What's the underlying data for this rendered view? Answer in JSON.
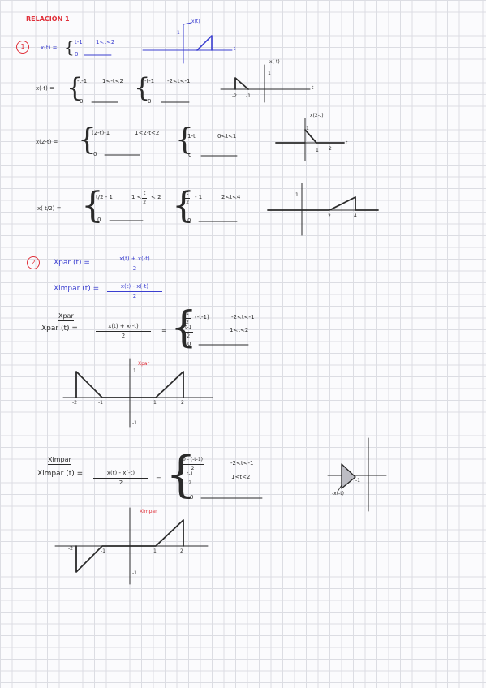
{
  "title": "RELACIÓN 1",
  "ex1": {
    "num": "1",
    "x_def": "x(t) =",
    "x_case1_expr": "t-1",
    "x_case1_cond": "1<t<2",
    "x_case2_expr": "0",
    "g1_label": "x(t)",
    "g1_axis_t": "t",
    "g1_y1": "1",
    "xneg_def": "x(-t) =",
    "xneg_c1_expr": "-t-1",
    "xneg_c1_cond": "1<-t<2",
    "xneg_c2_expr": "0",
    "xneg_c3_expr": "-t-1",
    "xneg_c3_cond": "-2<t<-1",
    "xneg_c4_expr": "0",
    "g2_label": "x(-t)",
    "g2_axis_t": "t",
    "g2_y1": "1",
    "g2_xm2": "-2",
    "g2_xm1": "-1",
    "x2t_def": "x(2-t) =",
    "x2t_c1_expr": "(2-t)-1",
    "x2t_c1_cond": "1<2-t<2",
    "x2t_c2_expr": "0",
    "x2t_c3_expr": "1-t",
    "x2t_c3_cond": "0<t<1",
    "x2t_c4_expr": "0",
    "g3_label": "x(2-t)",
    "g3_axis_t": "t",
    "g3_y1": "1",
    "g3_x1": "1",
    "g3_x2": "2",
    "xh_def": "x( t/2) =",
    "xh_c1_expr": "t/2 - 1",
    "xh_c1_cond_a": "1 <",
    "xh_c1_frac_num": "t",
    "xh_c1_frac_den": "2",
    "xh_c1_cond_b": "< 2",
    "xh_c2_expr": "0",
    "xh_c3_num": "t",
    "xh_c3_den": "2",
    "xh_c3_tail": "- 1",
    "xh_c3_cond": "2<t<4",
    "xh_c4_expr": "0",
    "g4_y1": "1",
    "g4_x2": "2",
    "g4_x4": "4"
  },
  "ex2": {
    "num": "2",
    "xpar_lhs": "Xpar (t) =",
    "xpar_num": "x(t) + x(-t)",
    "xpar_den": "2",
    "ximpar_lhs": "Ximpar (t) =",
    "ximpar_num": "x(t) - x(-t)",
    "ximpar_den": "2",
    "sec_par_head": "Xpar",
    "par_lhs": "Xpar (t) =",
    "par_num": "x(t) + x(-t)",
    "par_den": "2",
    "par_eq": "=",
    "par_c1_num": "1",
    "par_c1_den": "2",
    "par_c1_tail": "(-t-1)",
    "par_c1_cond": "-2<t<-1",
    "par_c2_num": "t-1",
    "par_c2_den": "2",
    "par_c2_cond": "1<t<2",
    "par_c3_expr": "0",
    "gp_label": "Xpar",
    "gp_y1": "1",
    "gp_ym1": "-1",
    "gp_xm2": "-2",
    "gp_xm1": "-1",
    "gp_x1": "1",
    "gp_x2": "2",
    "sec_impar_head": "Ximpar",
    "impar_lhs": "Ximpar (t) =",
    "impar_num": "x(t) - x(-t)",
    "impar_den": "2",
    "impar_eq": "=",
    "impar_c1_num": "0 - (-t-1)",
    "impar_c1_den": "2",
    "impar_c1_cond": "-2<t<-1",
    "impar_c2_num": "t-1",
    "impar_c2_den": "2",
    "impar_c2_cond": "1<t<2",
    "impar_c3_expr": "0",
    "gi_label": "Ximpar",
    "gi_ym1": "-1",
    "gi_xm2": "-2",
    "gi_xm1": "-1",
    "gi_x1": "1",
    "gi_x2": "2",
    "side_label": "-x(-t)",
    "side_x": "-1"
  },
  "colors": {
    "blue": "#3b3fd0",
    "red": "#e0303a",
    "ink": "#2a2a2a",
    "grid": "#dcdde3"
  }
}
